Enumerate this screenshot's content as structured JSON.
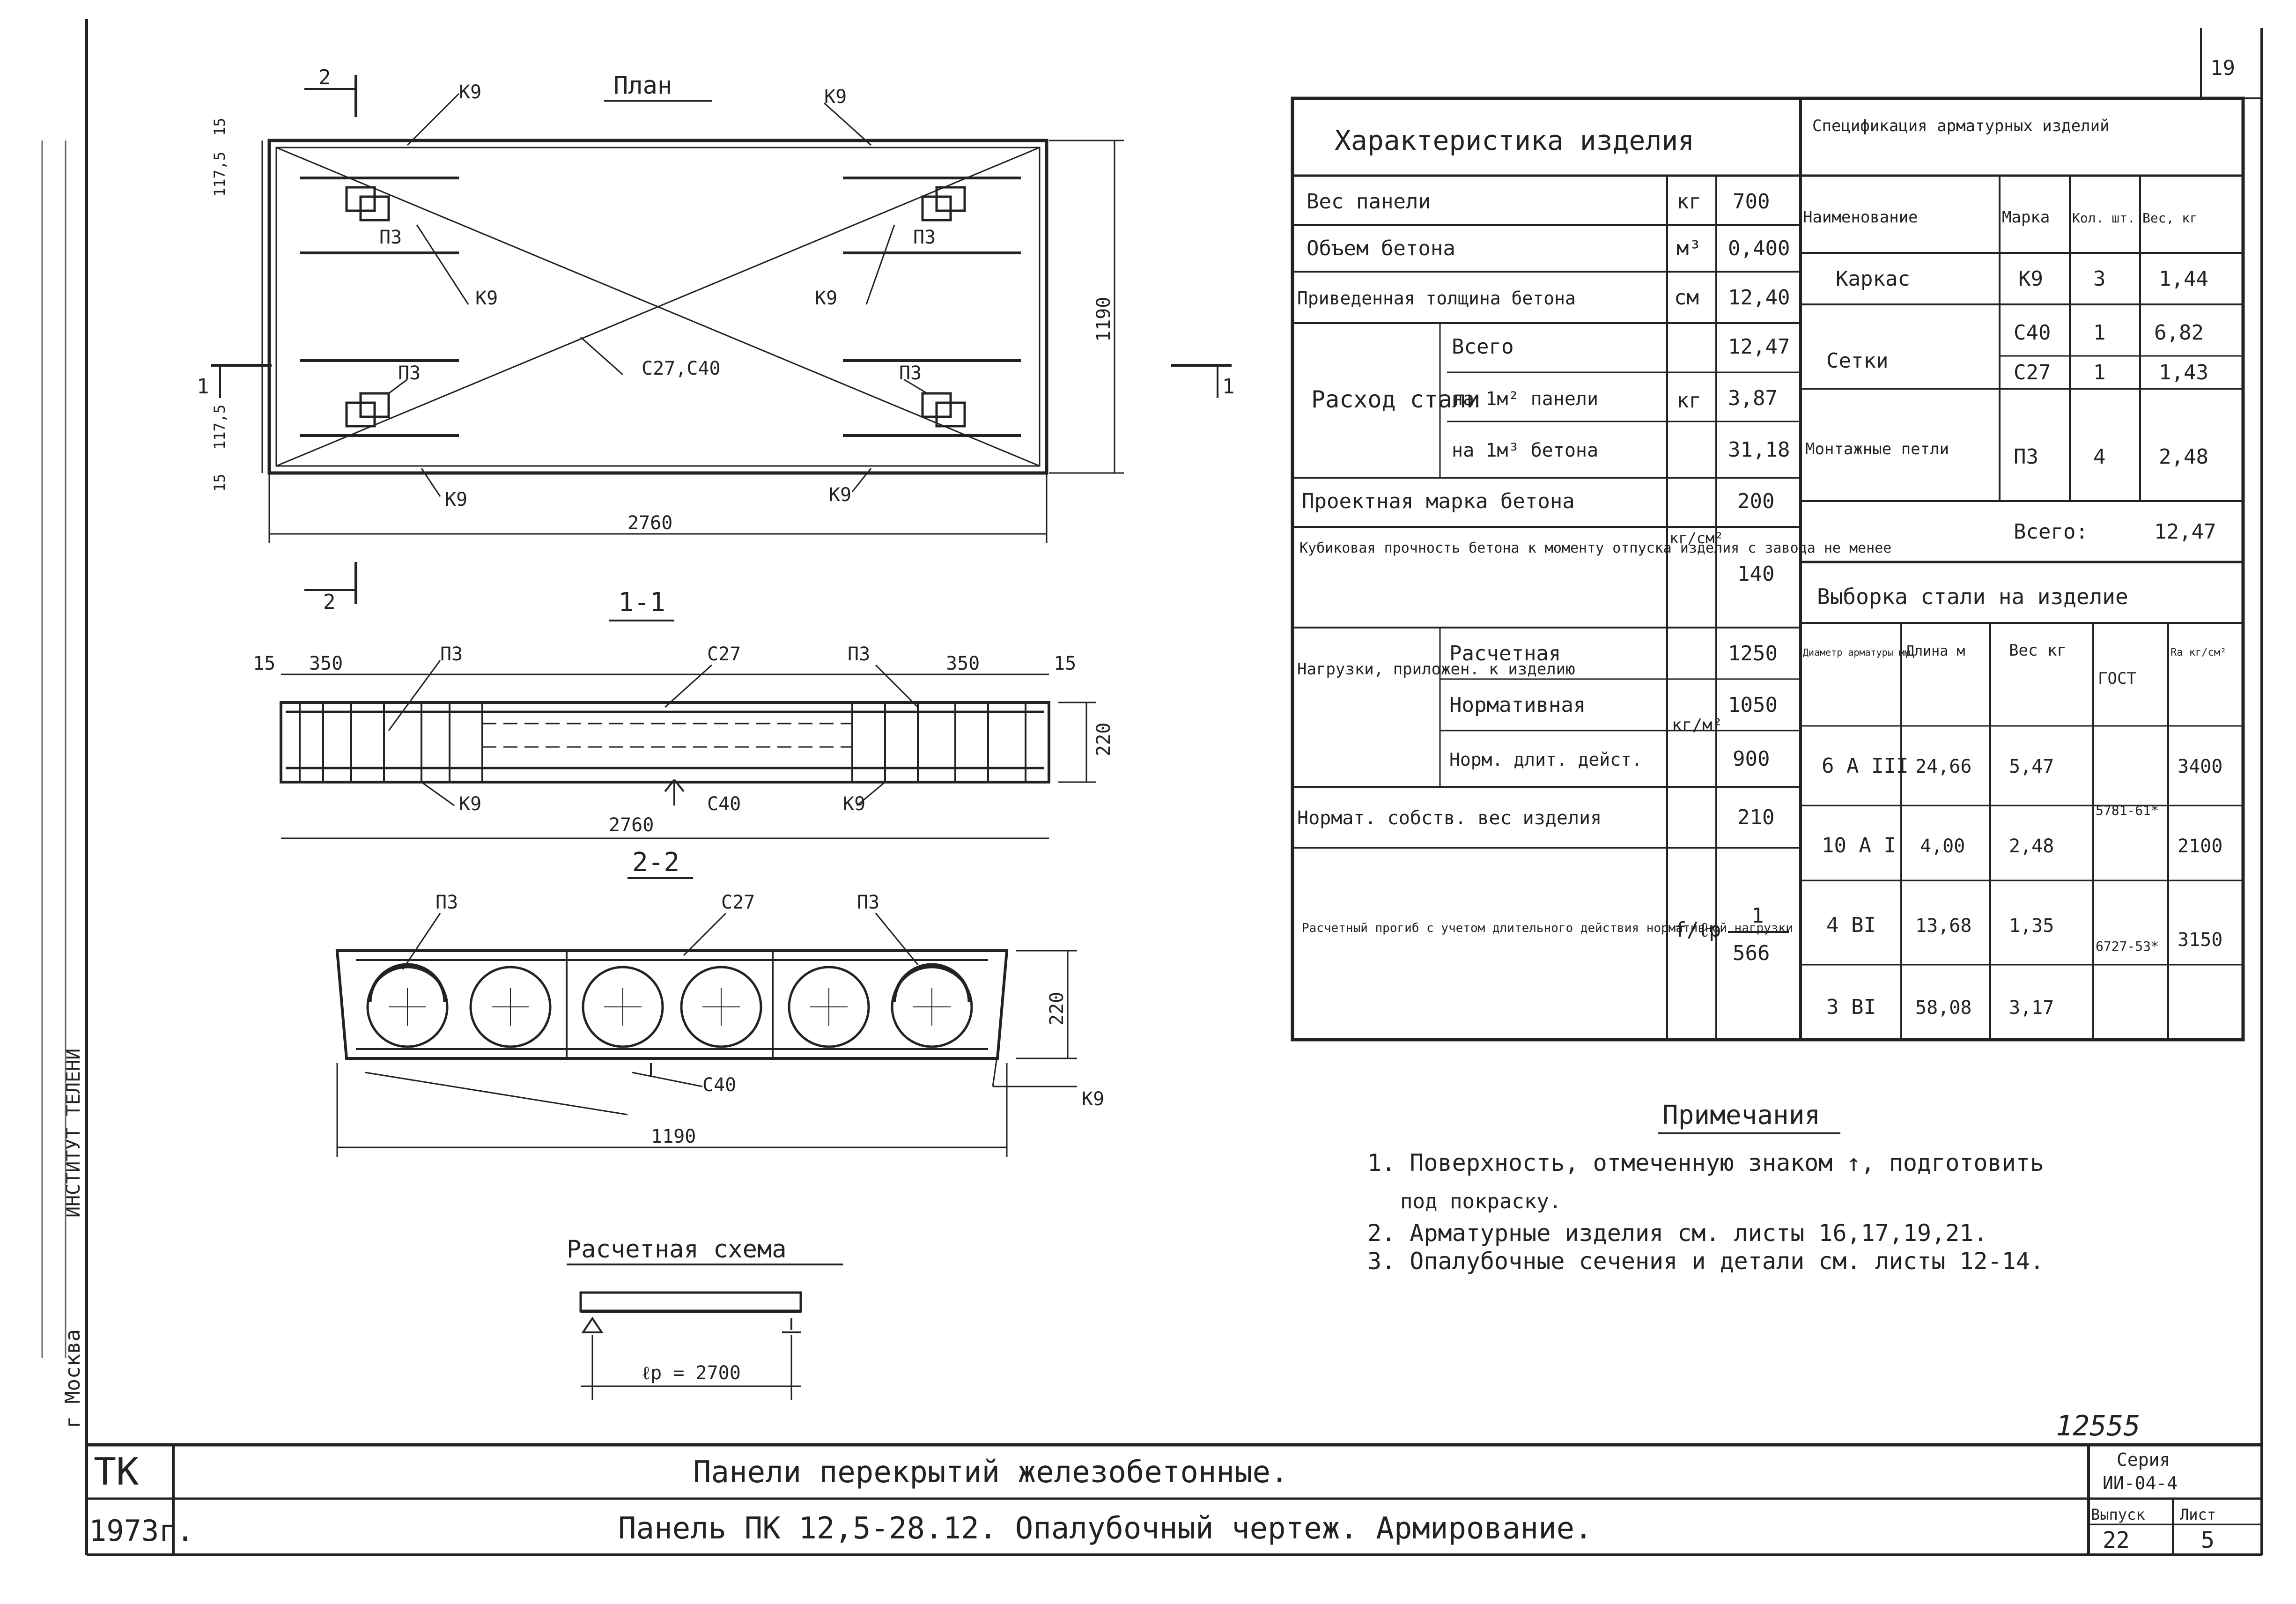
{
  "margin_text": {
    "moskva": "г Москва",
    "left_stamp_1": "1973 г.",
    "left_stamp_2": "ИНСТИТУТ ТЕЛЕНИ"
  },
  "plan": {
    "title": "План",
    "section_mark_2": "2",
    "section_mark_1": "1",
    "labels": {
      "k9": "К9",
      "p3": "П3",
      "c27c40": "С27,С40"
    },
    "dims": {
      "length": "2760",
      "width": "1190",
      "d15": "15",
      "d1175": "117,5"
    }
  },
  "section_1_1": {
    "title": "1-1",
    "dims": {
      "d15": "15",
      "d350": "350",
      "length": "2760",
      "height": "220"
    },
    "labels": {
      "p3": "П3",
      "c27": "С27",
      "k9": "К9",
      "c40": "С40"
    }
  },
  "section_2_2": {
    "title": "2-2",
    "dims": {
      "width": "1190",
      "height": "220"
    },
    "labels": {
      "p3": "П3",
      "c27": "С27",
      "c40": "С40",
      "k9": "К9"
    }
  },
  "scheme": {
    "title": "Расчетная схема",
    "span_label": "ℓр = 2700"
  },
  "characteristics": {
    "title": "Характеристика изделия",
    "rows": [
      {
        "name": "Вес панели",
        "unit": "кг",
        "value": "700"
      },
      {
        "name": "Объем бетона",
        "unit": "м³",
        "value": "0,400"
      },
      {
        "name": "Приведенная толщина бетона",
        "unit": "см",
        "value": "12,40"
      }
    ],
    "steel": {
      "name": "Расход стали",
      "unit": "кг",
      "items": [
        {
          "name": "Всего",
          "value": "12,47"
        },
        {
          "name": "на 1м² панели",
          "value": "3,87"
        },
        {
          "name": "на 1м³ бетона",
          "value": "31,18"
        }
      ]
    },
    "concrete_grade": {
      "name": "Проектная марка бетона",
      "value": "200"
    },
    "cube_strength": {
      "name": "Кубиковая прочность бетона к моменту отпуска изделия с завода не менее",
      "value": "140"
    },
    "strength_unit": "кг/см²",
    "loads": {
      "name": "Нагрузки, приложен. к изделию",
      "unit": "кг/м²",
      "items": [
        {
          "name": "Расчетная",
          "value": "1250"
        },
        {
          "name": "Нормативная",
          "value": "1050"
        },
        {
          "name": "Норм. длит. дейст.",
          "value": "900"
        }
      ]
    },
    "self_weight": {
      "name": "Нормат. собств. вес изделия",
      "value": "210"
    },
    "deflection": {
      "name": "Расчетный прогиб с учетом длительного действия нормативной нагрузки",
      "unit": "f/ℓр",
      "value_num": "1",
      "value_den": "566"
    }
  },
  "specification": {
    "title": "Спецификация арматурных изделий",
    "headers": [
      "Наименование",
      "Марка",
      "Кол. шт.",
      "Вес, кг"
    ],
    "rows": [
      {
        "name": "Каркас",
        "mark": "К9",
        "qty": "3",
        "weight": "1,44"
      },
      {
        "name": "Сетки",
        "mark": "С40",
        "qty": "1",
        "weight": "6,82"
      },
      {
        "name": "",
        "mark": "С27",
        "qty": "1",
        "weight": "1,43"
      },
      {
        "name": "Монтажные петли",
        "mark": "П3",
        "qty": "4",
        "weight": "2,48"
      }
    ],
    "total_label": "Всего:",
    "total_value": "12,47"
  },
  "steel_sample": {
    "title": "Выборка стали на изделие",
    "headers": [
      "Диаметр арматуры мм",
      "Длина м",
      "Вес кг",
      "ГОСТ",
      "Rа кг/см²"
    ],
    "rows": [
      {
        "d": "6 А III",
        "len": "24,66",
        "w": "5,47",
        "r": "3400"
      },
      {
        "d": "10 А I",
        "len": "4,00",
        "w": "2,48",
        "r": "2100"
      },
      {
        "d": "4 ВI",
        "len": "13,68",
        "w": "1,35",
        "r": "3150"
      },
      {
        "d": "3 ВI",
        "len": "58,08",
        "w": "3,17",
        "r": ""
      }
    ],
    "gost_1": "5781-61*",
    "gost_2": "6727-53*"
  },
  "notes": {
    "title": "Примечания",
    "items": [
      "1. Поверхность, отмеченную знаком ↑, подготовить",
      "под покраску.",
      "2. Арматурные изделия см. листы 16,17,19,21.",
      "3. Опалубочные сечения и детали см. листы 12-14."
    ]
  },
  "title_block": {
    "org": "ТК",
    "year": "1973г.",
    "line1": "Панели перекрытий железобетонные.",
    "line2": "Панель ПК 12,5-28.12. Опалубочный чертеж. Армирование.",
    "series_label": "Серия",
    "series_value": "ИИ-04-4",
    "issue_label": "Выпуск",
    "issue_value": "22",
    "sheet_label": "Лист",
    "sheet_value": "5",
    "inv_number": "12555",
    "page_corner": "19"
  }
}
